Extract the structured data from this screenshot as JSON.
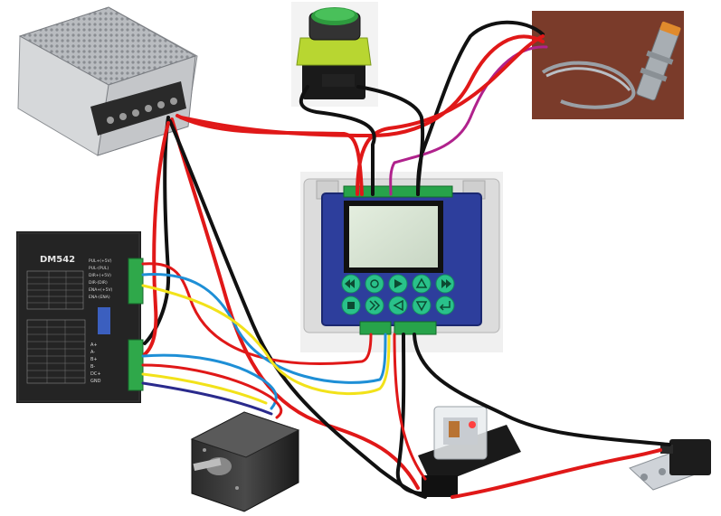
{
  "driver": {
    "model": "DM542",
    "signal_labels": [
      "PUL+(+5V)",
      "PUL-(PUL)",
      "DIR+(+5V)",
      "DIR-(DIR)",
      "ENA+(+5V)",
      "ENA-(ENA)"
    ],
    "power_labels": [
      "A+",
      "A-",
      "B+",
      "B-",
      "DC+",
      "GND"
    ]
  },
  "controller": {
    "buttons": [
      {
        "icon": "rewind-icon"
      },
      {
        "icon": "circle-icon"
      },
      {
        "icon": "play-icon"
      },
      {
        "icon": "up-triangle-icon"
      },
      {
        "icon": "forward-icon"
      },
      {
        "icon": "stop-icon"
      },
      {
        "icon": "double-right-icon"
      },
      {
        "icon": "left-triangle-icon"
      },
      {
        "icon": "down-triangle-icon"
      },
      {
        "icon": "enter-icon"
      }
    ]
  },
  "colors": {
    "red": "#e01818",
    "black": "#111111",
    "blue": "#1e8fd6",
    "yellow": "#f2e21a",
    "purple": "#b0228c",
    "navy": "#2a2a8c",
    "panel_blue": "#2d3e9c",
    "button_green": "#29c18a"
  }
}
